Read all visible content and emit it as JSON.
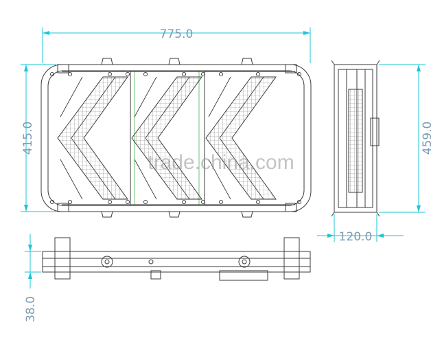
{
  "drawing": {
    "dimensions": {
      "width_top": "775.0",
      "height_left": "415.0",
      "height_side": "459.0",
      "depth_side": "120.0",
      "height_bottom": "38.0"
    },
    "watermark": "trade.china.com",
    "colors": {
      "line": "#3a3a3a",
      "dimension": "#19c6d6",
      "dimension_text": "#7a9cb4",
      "mesh": "#6e6e6e",
      "highlight": "#6cc46c"
    }
  }
}
